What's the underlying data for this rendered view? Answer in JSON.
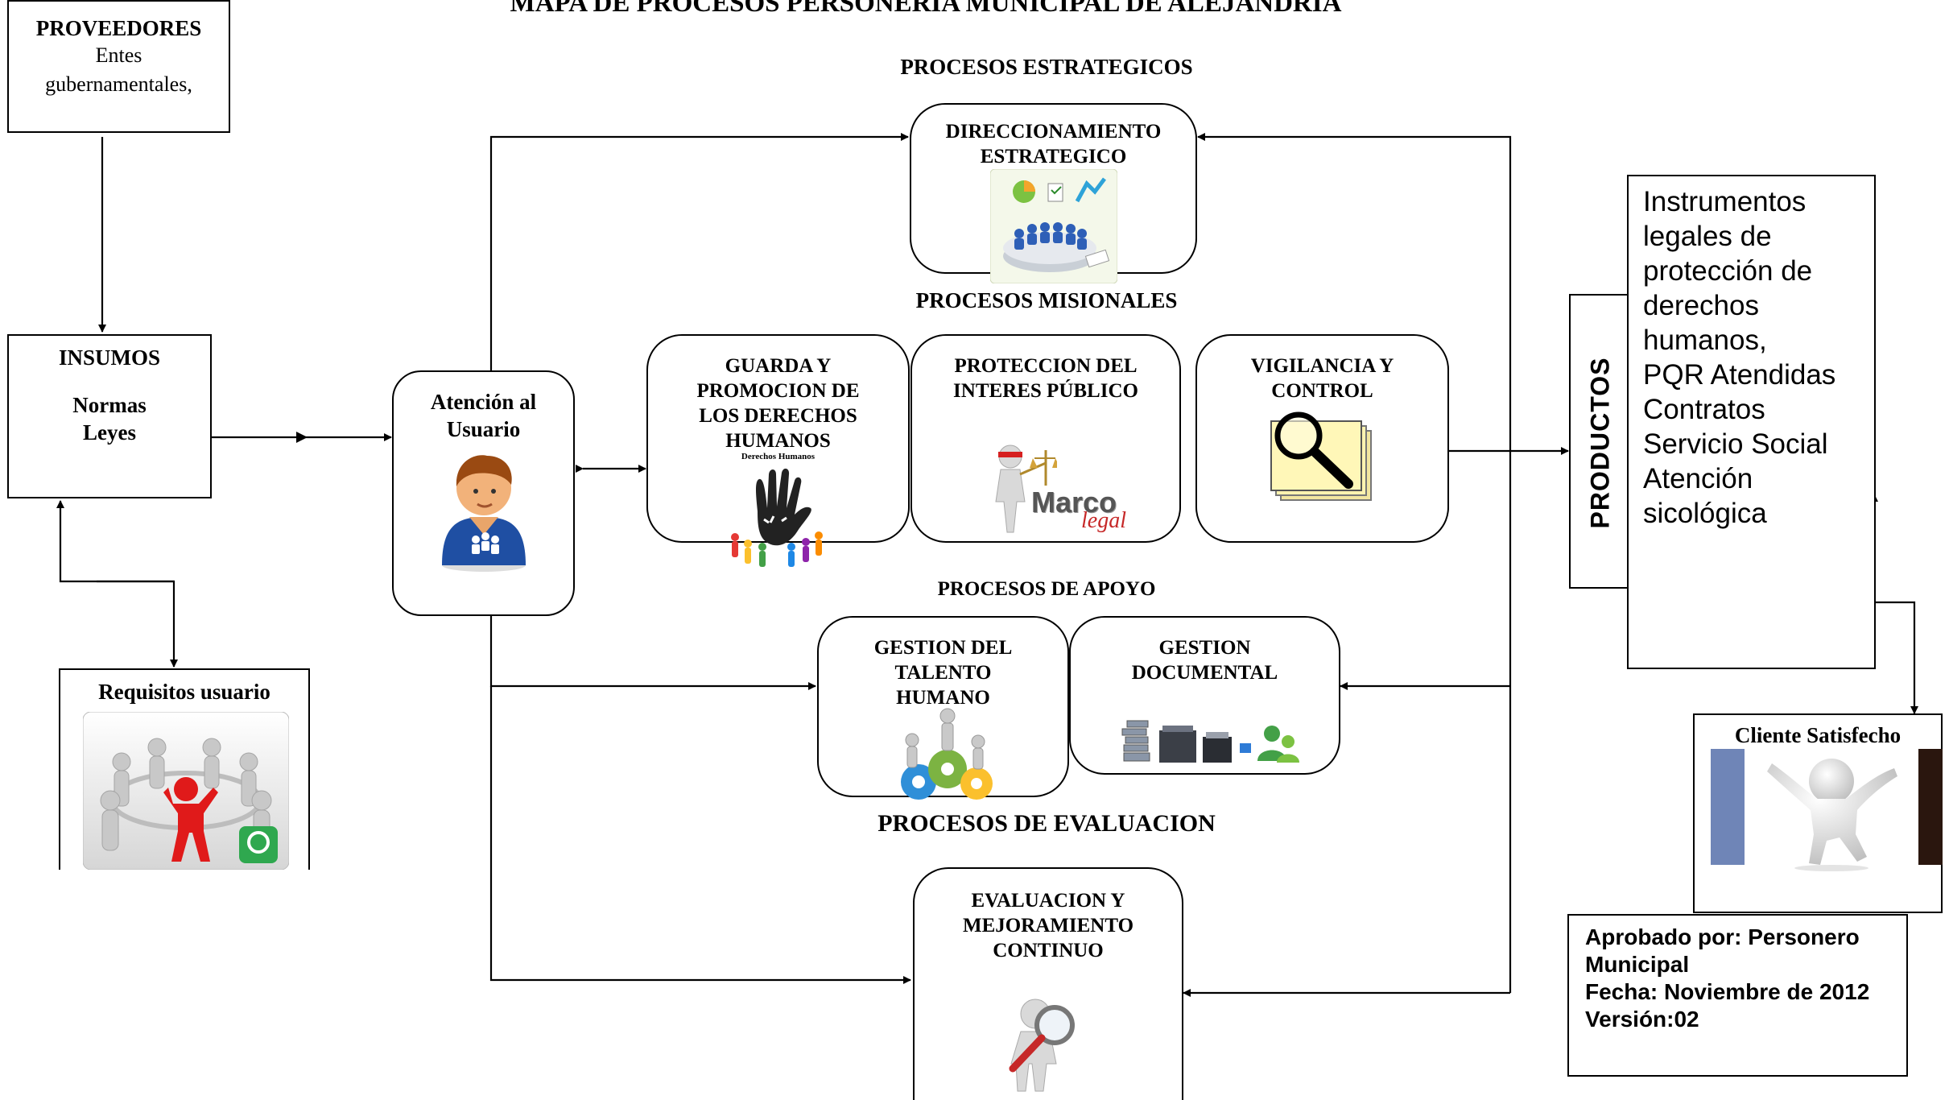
{
  "title": "MAPA DE PROCESOS PERSONERIA  MUNICIPAL DE ALEJANDRIA",
  "headers": {
    "strategic": "PROCESOS ESTRATEGICOS",
    "missional": "PROCESOS MISIONALES",
    "support": "PROCESOS DE APOYO",
    "evaluation": "PROCESOS DE EVALUACION"
  },
  "proveedores": {
    "title": "PROVEEDORES",
    "text": "Entes\ngubernamentales,"
  },
  "insumos": {
    "title": "INSUMOS",
    "text": "Normas\nLeyes"
  },
  "requisitos": {
    "title": "Requisitos usuario"
  },
  "atencion": {
    "title": "Atención al\nUsuario"
  },
  "processes": {
    "direccionamiento": "DIRECCIONAMIENTO\nESTRATEGICO",
    "guarda": "GUARDA Y\nPROMOCION DE\nLOS DERECHOS\nHUMANOS",
    "guarda_caption": "Derechos Humanos",
    "proteccion": "PROTECCION DEL\nINTERES PÚBLICO",
    "marco_word": "Marco",
    "marco_script": "legal",
    "vigilancia": "VIGILANCIA Y\nCONTROL",
    "talento": "GESTION DEL\nTALENTO\nHUMANO",
    "documental": "GESTION\nDOCUMENTAL",
    "evaluacion": "EVALUACION Y\nMEJORAMIENTO\nCONTINUO"
  },
  "productos": {
    "label": "PRODUCTOS",
    "text": "Instrumentos\nlegales de\nprotección de\nderechos\nhumanos,\nPQR Atendidas\nContratos\nServicio Social\nAtención\nsicológica"
  },
  "cliente": {
    "title": "Cliente Satisfecho"
  },
  "approval": {
    "text": "Aprobado por: Personero\nMunicipal\nFecha: Noviembre de 2012\nVersión:02"
  }
}
